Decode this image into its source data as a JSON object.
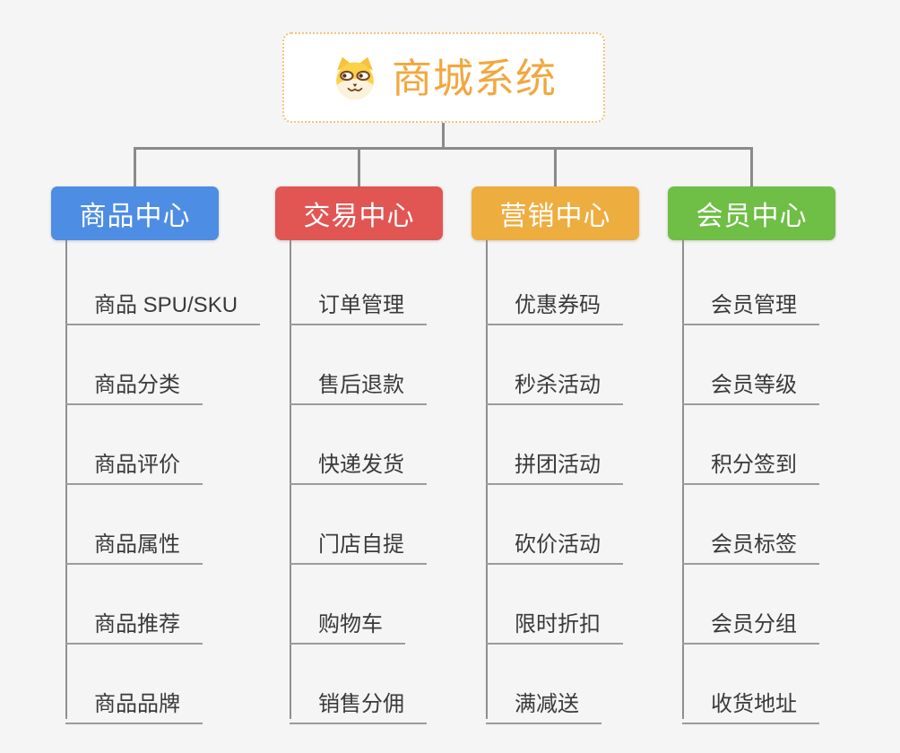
{
  "root": {
    "title": "商城系统",
    "icon": "dog-face-icon",
    "title_color": "#f2a73e",
    "border_color": "#f2c27b"
  },
  "colors": {
    "background": "#f5f5f5",
    "connector": "#8a8a8a",
    "leaf_underline": "#9b9b9b",
    "leaf_text": "#3a3a3a"
  },
  "branches": [
    {
      "label": "商品中心",
      "color": "#4d8de4",
      "children": [
        "商品 SPU/SKU",
        "商品分类",
        "商品评价",
        "商品属性",
        "商品推荐",
        "商品品牌"
      ]
    },
    {
      "label": "交易中心",
      "color": "#e15552",
      "children": [
        "订单管理",
        "售后退款",
        "快递发货",
        "门店自提",
        "购物车",
        "销售分佣"
      ]
    },
    {
      "label": "营销中心",
      "color": "#eead3f",
      "children": [
        "优惠券码",
        "秒杀活动",
        "拼团活动",
        "砍价活动",
        "限时折扣",
        "满减送"
      ]
    },
    {
      "label": "会员中心",
      "color": "#6fbe45",
      "children": [
        "会员管理",
        "会员等级",
        "积分签到",
        "会员标签",
        "会员分组",
        "收货地址"
      ]
    }
  ]
}
